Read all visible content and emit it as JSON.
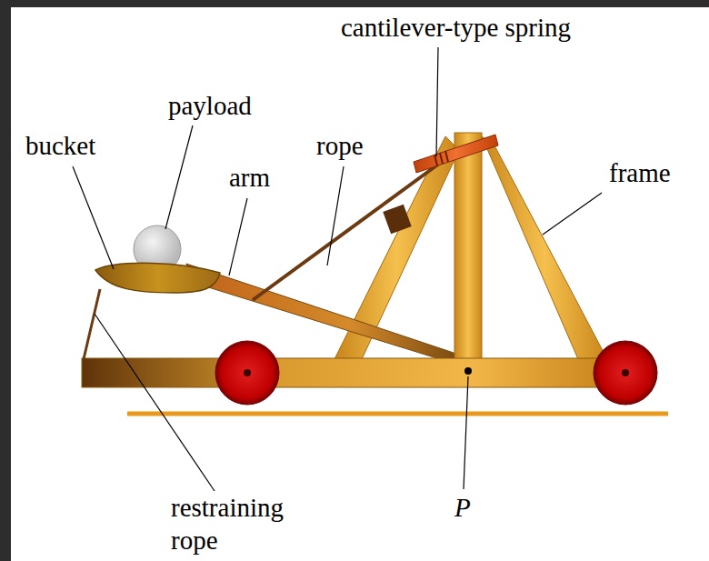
{
  "diagram": {
    "labels": [
      "cantilever-type spring",
      "payload",
      "bucket",
      "rope",
      "arm",
      "frame",
      "restraining rope",
      "P"
    ]
  }
}
